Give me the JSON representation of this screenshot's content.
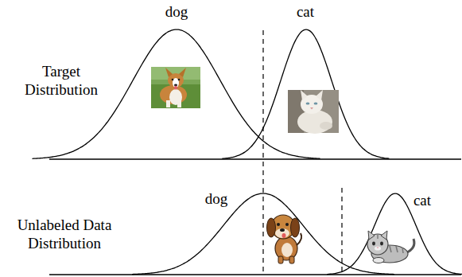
{
  "diagram": {
    "labels": [
      "dog",
      "cat",
      "Target Distribution",
      "dog",
      "cat",
      "Unlabeled Data Distribution"
    ]
  }
}
